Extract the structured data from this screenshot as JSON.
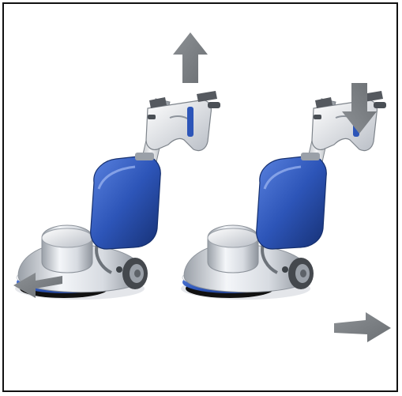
{
  "figure": {
    "panels": [
      {
        "id": "left",
        "vertical_arrow": "up",
        "horizontal_arrow": "left"
      },
      {
        "id": "right",
        "vertical_arrow": "down",
        "horizontal_arrow": "right"
      }
    ],
    "colors": {
      "frame": "#111111",
      "arrow": "#7b7f83",
      "blue": "#2d55b8",
      "blue_dark": "#1c3b8f",
      "silver": "#d9dde3",
      "pad": "#111111"
    }
  }
}
